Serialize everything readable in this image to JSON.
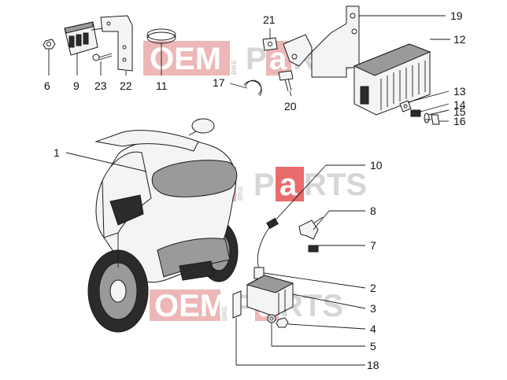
{
  "callouts": {
    "c1": "1",
    "c2": "2",
    "c3": "3",
    "c4": "4",
    "c5": "5",
    "c6": "6",
    "c7": "7",
    "c8": "8",
    "c9": "9",
    "c10": "10",
    "c11": "11",
    "c12": "12",
    "c13": "13",
    "c14": "14",
    "c15": "15",
    "c16": "16",
    "c17": "17",
    "c18": "18",
    "c19": "19",
    "c20": "20",
    "c21": "21",
    "c22": "22",
    "c23": "23"
  },
  "watermark": {
    "oem": "OEM",
    "bike": "BIKE",
    "parts_p": "P",
    "parts_a": "a",
    "parts_rts": "RTS",
    "color_red": "#e23a3a",
    "color_grey": "#c9c9c9"
  }
}
